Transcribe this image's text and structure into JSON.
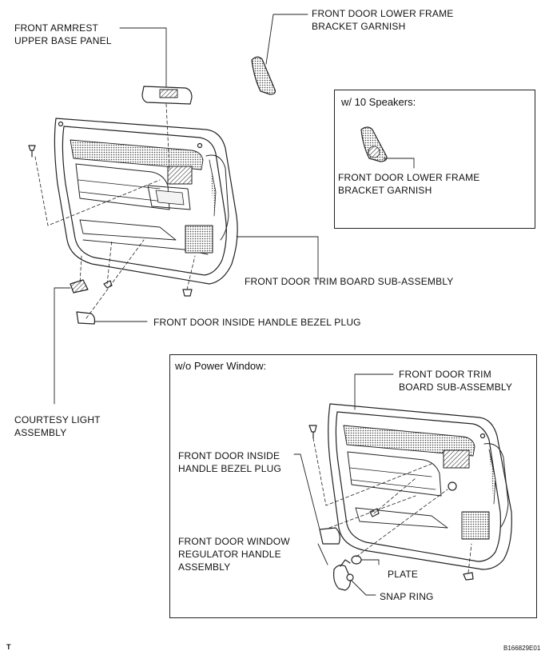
{
  "labels": {
    "armrest_panel": "FRONT ARMREST\nUPPER BASE PANEL",
    "lower_frame_garnish": "FRONT DOOR LOWER FRAME\nBRACKET GARNISH",
    "trim_board": "FRONT DOOR TRIM BOARD SUB-ASSEMBLY",
    "handle_bezel_plug": "FRONT DOOR INSIDE HANDLE BEZEL PLUG",
    "courtesy_light": "COURTESY LIGHT\nASSEMBLY"
  },
  "speakers_box": {
    "title": "w/ 10 Speakers:",
    "garnish_label": "FRONT DOOR LOWER FRAME\nBRACKET GARNISH"
  },
  "power_window_box": {
    "title": "w/o Power Window:",
    "trim_board_label": "FRONT DOOR TRIM\nBOARD SUB-ASSEMBLY",
    "bezel_plug_label": "FRONT DOOR INSIDE\nHANDLE BEZEL PLUG",
    "regulator_handle_label": "FRONT DOOR WINDOW\nREGULATOR HANDLE\nASSEMBLY",
    "plate_label": "PLATE",
    "snap_ring_label": "SNAP RING"
  },
  "footer": {
    "corner_mark": "T",
    "figure_code": "B166829E01"
  },
  "colors": {
    "line": "#222222",
    "shade": "#999999"
  }
}
